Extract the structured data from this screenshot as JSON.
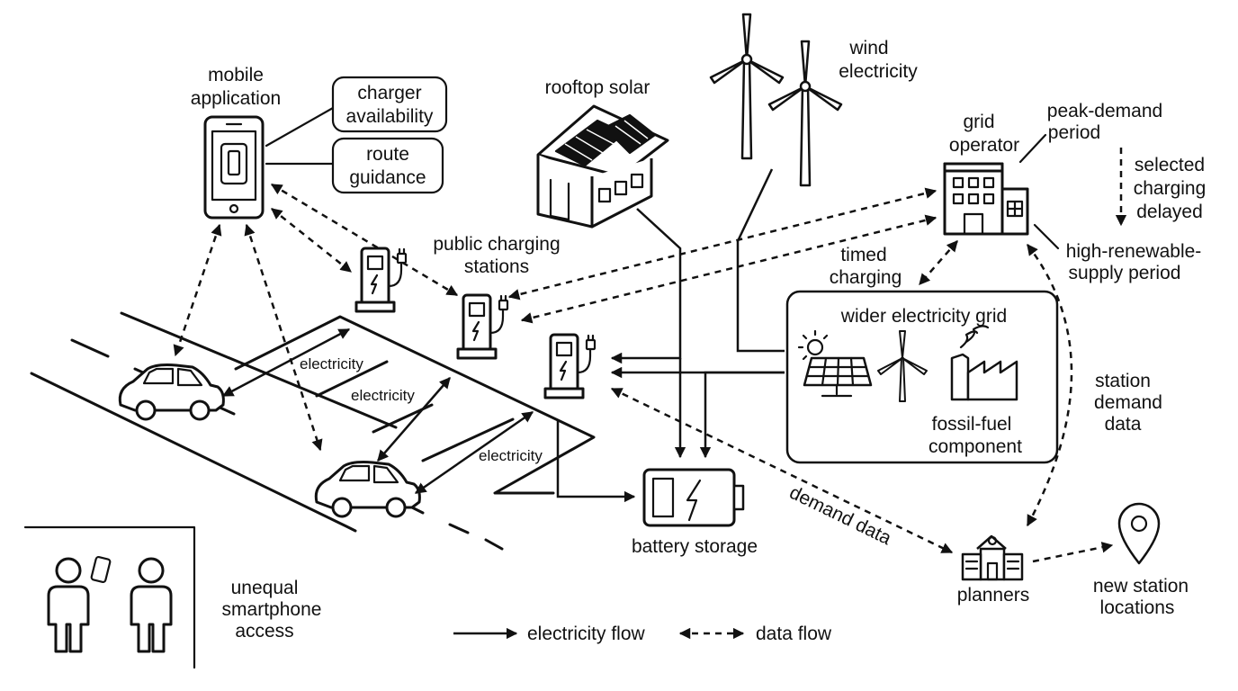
{
  "labels": {
    "mobile_application": [
      "mobile",
      "application"
    ],
    "charger_availability": [
      "charger",
      "availability"
    ],
    "route_guidance": [
      "route",
      "guidance"
    ],
    "rooftop_solar": "rooftop solar",
    "wind_electricity": [
      "wind",
      "electricity"
    ],
    "grid_operator": [
      "grid",
      "operator"
    ],
    "peak_demand_period": [
      "peak-demand",
      "period"
    ],
    "selected_charging_delayed": [
      "selected",
      "charging",
      "delayed"
    ],
    "high_renewable_supply_period": [
      "high-renewable-",
      "supply period"
    ],
    "public_charging_stations": [
      "public charging",
      "stations"
    ],
    "timed_charging": [
      "timed",
      "charging"
    ],
    "wider_electricity_grid": "wider electricity grid",
    "fossil_fuel_component": [
      "fossil-fuel",
      "component"
    ],
    "station_demand_data": [
      "station",
      "demand",
      "data"
    ],
    "electricity_1": "electricity",
    "electricity_2": "electricity",
    "electricity_3": "electricity",
    "battery_storage": "battery storage",
    "demand_data": "demand data",
    "planners": "planners",
    "new_station_locations": [
      "new station",
      "locations"
    ],
    "unequal_smartphone_access": [
      "unequal",
      "smartphone",
      "access"
    ]
  },
  "legend": {
    "electricity_flow": "electricity flow",
    "data_flow": "data flow"
  },
  "icons": [
    "smartphone-icon",
    "house-solar-icon",
    "wind-turbine-icon",
    "office-building-icon",
    "charging-station-icon",
    "car-icon",
    "battery-icon",
    "solar-panel-icon",
    "factory-icon",
    "school-building-icon",
    "location-pin-icon",
    "person-icon"
  ]
}
